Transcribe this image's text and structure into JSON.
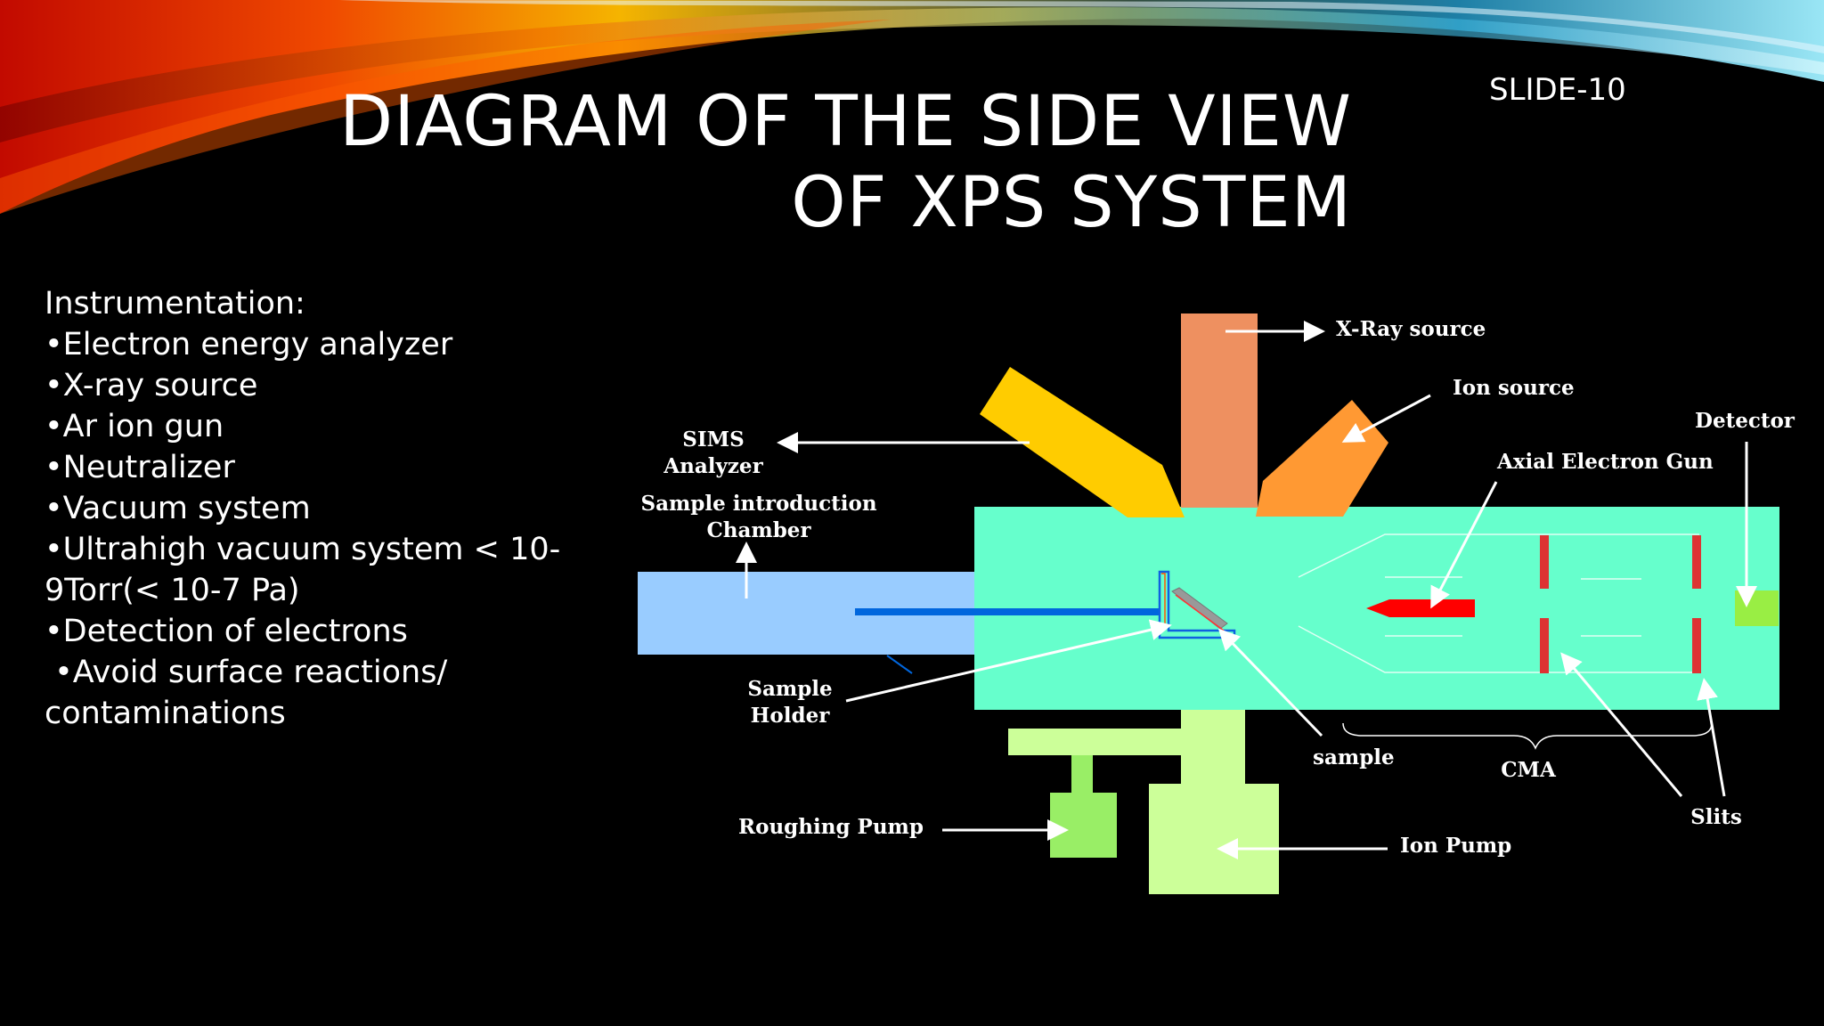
{
  "title": {
    "line1": "DIAGRAM OF THE SIDE VIEW",
    "line2": "OF XPS SYSTEM"
  },
  "slide_number": "SLIDE-10",
  "instrumentation": {
    "heading": "Instrumentation:",
    "lines": [
      "•Electron energy analyzer",
      "•X-ray source",
      "•Ar ion gun",
      "•Neutralizer",
      "•Vacuum system",
      "•Ultrahigh vacuum system < 10-",
      "9Torr(< 10-7 Pa)",
      "•Detection of electrons",
      " •Avoid surface reactions/",
      "contaminations"
    ]
  },
  "diagram": {
    "labels": {
      "xray_source": "X-Ray source",
      "ion_source": "Ion source",
      "detector": "Detector",
      "sims_line1": "SIMS",
      "sims_line2": "Analyzer",
      "axial_electron_gun": "Axial Electron Gun",
      "sample_intro_line1": "Sample introduction",
      "sample_intro_line2": "Chamber",
      "sample_holder_line1": "Sample",
      "sample_holder_line2": "Holder",
      "sample": "sample",
      "cma": "CMA",
      "slits": "Slits",
      "roughing_pump": "Roughing Pump",
      "ion_pump": "Ion Pump"
    },
    "colors": {
      "main_chamber": "#66ffcc",
      "intro_chamber": "#99ccff",
      "xray_source": "#ee9060",
      "sims_analyzer": "#ffcc00",
      "ion_source": "#ff9933",
      "electron_gun": "#ff0000",
      "slits": "#dd3333",
      "detector": "#99ee44",
      "roughing_pump": "#99ee66",
      "ion_pump": "#ccff99",
      "transfer_rod": "#0066dd"
    }
  }
}
